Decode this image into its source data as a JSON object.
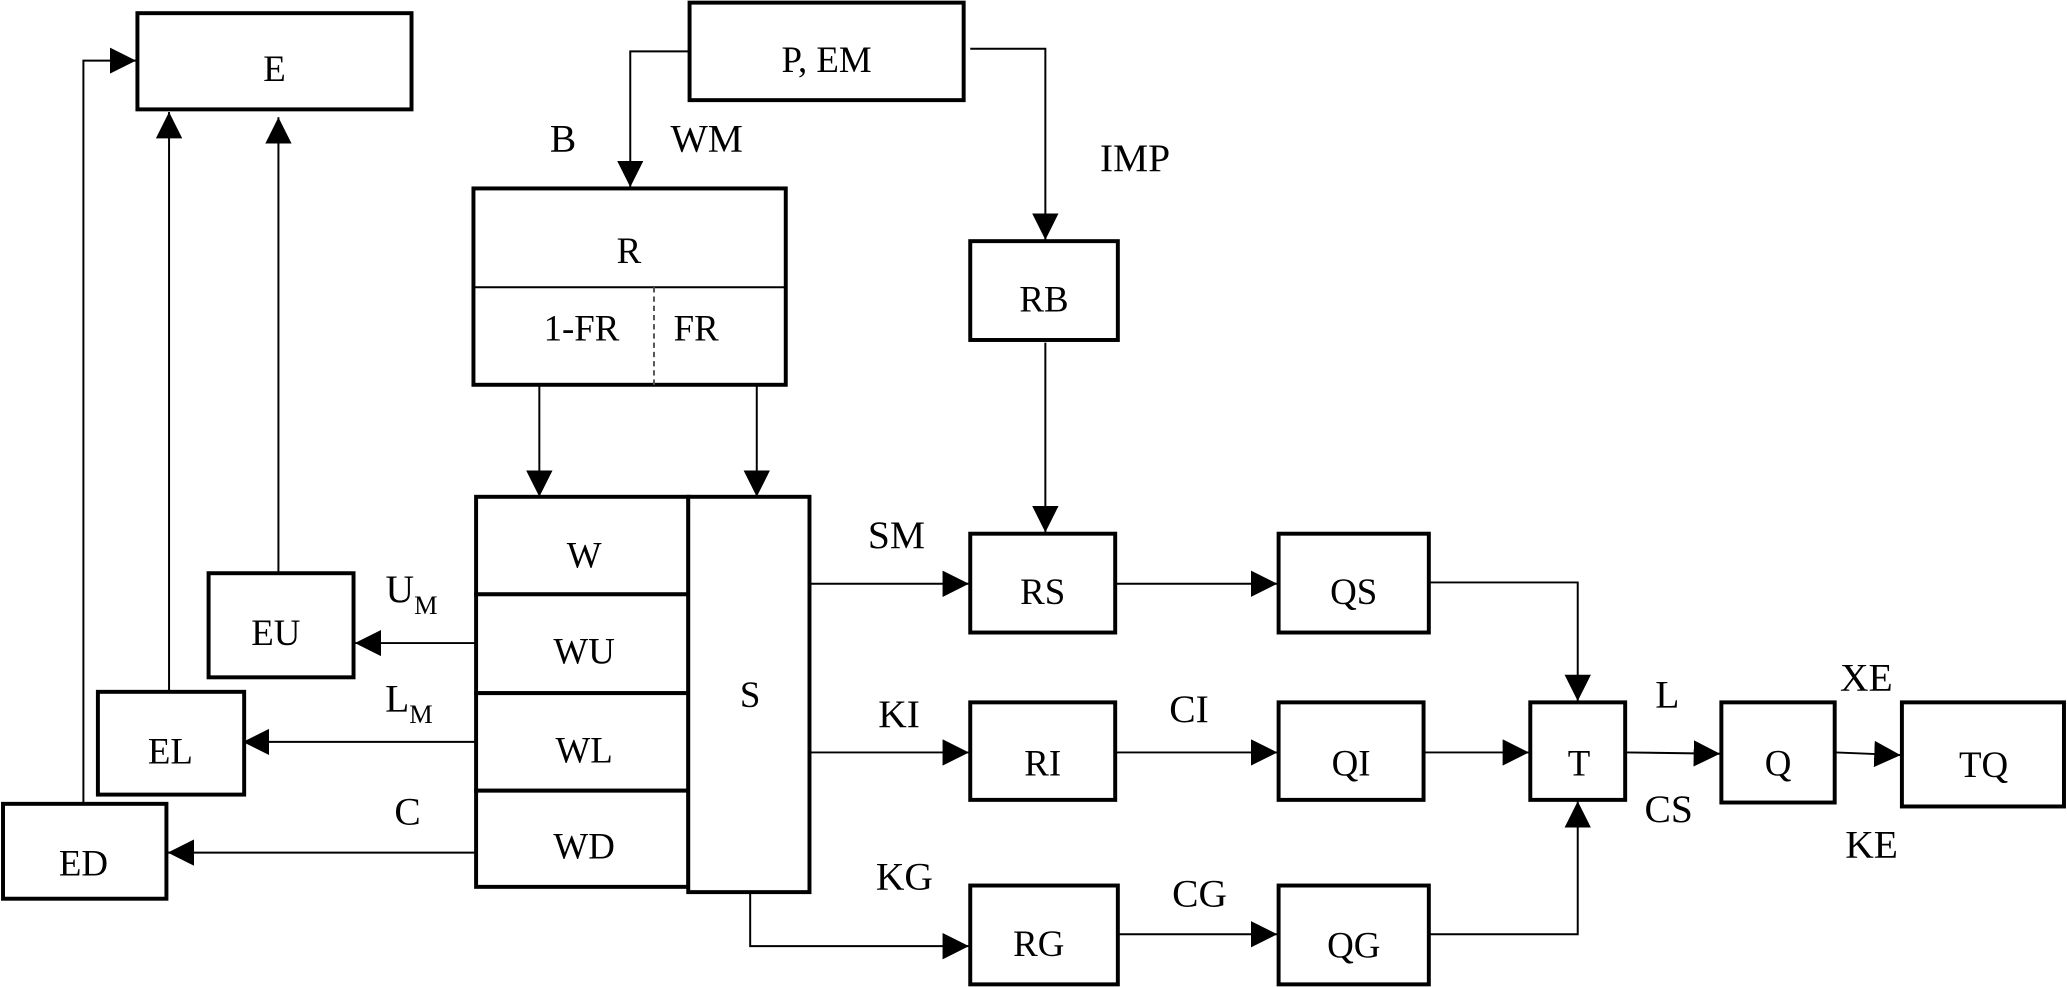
{
  "diagram": {
    "nodes": {
      "E": "E",
      "PEM": "P, EM",
      "R": "R",
      "R_left": "1-FR",
      "R_right": "FR",
      "RB": "RB",
      "W": "W",
      "WU": "WU",
      "WL": "WL",
      "WD": "WD",
      "S": "S",
      "EU": "EU",
      "EL": "EL",
      "ED": "ED",
      "RS": "RS",
      "QS": "QS",
      "RI": "RI",
      "QI": "QI",
      "RG": "RG",
      "QG": "QG",
      "T": "T",
      "Q": "Q",
      "TQ": "TQ"
    },
    "edge_labels": {
      "B": "B",
      "WM": "WM",
      "IMP": "IMP",
      "UM_main": "U",
      "UM_sub": "M",
      "LM_main": "L",
      "LM_sub": "M",
      "C": "C",
      "SM": "SM",
      "KI": "KI",
      "CI": "CI",
      "KG": "KG",
      "CG": "CG",
      "L": "L",
      "CS": "CS",
      "XE": "XE",
      "KE": "KE"
    },
    "edges": [
      {
        "from": "PEM",
        "to": "R"
      },
      {
        "from": "PEM",
        "to": "RB",
        "label": "IMP"
      },
      {
        "from": "R",
        "to": "W"
      },
      {
        "from": "R",
        "to": "S"
      },
      {
        "from": "RB",
        "to": "RS"
      },
      {
        "from": "WU",
        "to": "EU",
        "label": "UM"
      },
      {
        "from": "WL",
        "to": "EL",
        "label": "LM"
      },
      {
        "from": "WD",
        "to": "ED",
        "label": "C"
      },
      {
        "from": "EU",
        "to": "E"
      },
      {
        "from": "EL",
        "to": "E"
      },
      {
        "from": "ED",
        "to": "E"
      },
      {
        "from": "S",
        "to": "RS",
        "label": "SM"
      },
      {
        "from": "S",
        "to": "RI",
        "label": "KI"
      },
      {
        "from": "S",
        "to": "RG",
        "label": "KG"
      },
      {
        "from": "RS",
        "to": "QS"
      },
      {
        "from": "RI",
        "to": "QI",
        "label": "CI"
      },
      {
        "from": "RG",
        "to": "QG",
        "label": "CG"
      },
      {
        "from": "QS",
        "to": "T"
      },
      {
        "from": "QI",
        "to": "T"
      },
      {
        "from": "QG",
        "to": "T"
      },
      {
        "from": "T",
        "to": "Q",
        "label": "L / CS"
      },
      {
        "from": "Q",
        "to": "TQ",
        "label": "XE / KE"
      }
    ]
  }
}
